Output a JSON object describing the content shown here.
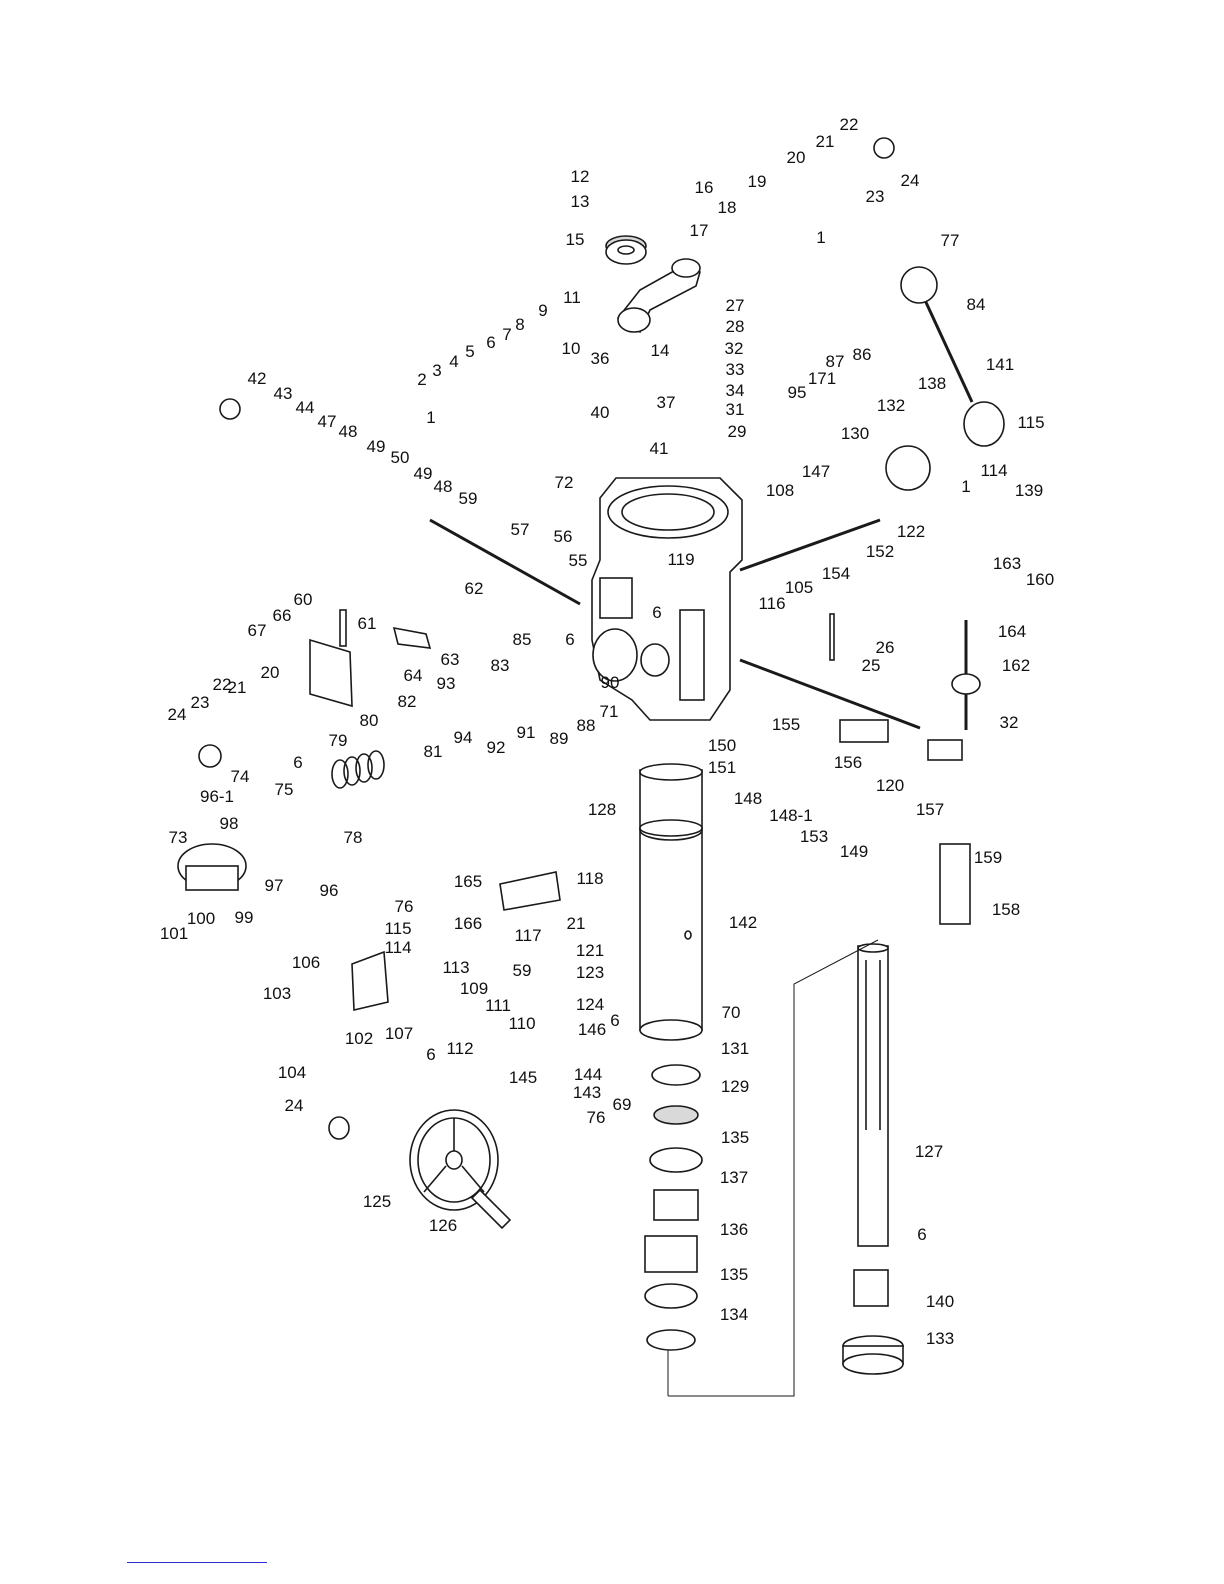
{
  "diagram": {
    "labels": [
      "1",
      "2",
      "3",
      "4",
      "5",
      "6",
      "7",
      "8",
      "9",
      "10",
      "11",
      "12",
      "13",
      "14",
      "15",
      "16",
      "17",
      "18",
      "19",
      "20",
      "21",
      "22",
      "23",
      "24",
      "25",
      "26",
      "27",
      "28",
      "29",
      "31",
      "32",
      "33",
      "34",
      "36",
      "37",
      "40",
      "41",
      "42",
      "43",
      "44",
      "47",
      "48",
      "49",
      "50",
      "55",
      "56",
      "57",
      "59",
      "60",
      "61",
      "62",
      "63",
      "64",
      "66",
      "67",
      "69",
      "70",
      "71",
      "72",
      "73",
      "74",
      "75",
      "76",
      "77",
      "78",
      "79",
      "80",
      "81",
      "82",
      "83",
      "84",
      "85",
      "86",
      "87",
      "88",
      "89",
      "90",
      "91",
      "92",
      "93",
      "94",
      "95",
      "96",
      "96-1",
      "97",
      "98",
      "99",
      "100",
      "101",
      "102",
      "103",
      "104",
      "105",
      "106",
      "107",
      "108",
      "109",
      "110",
      "111",
      "112",
      "113",
      "114",
      "115",
      "116",
      "117",
      "118",
      "119",
      "120",
      "121",
      "122",
      "123",
      "124",
      "125",
      "126",
      "127",
      "128",
      "129",
      "130",
      "131",
      "132",
      "133",
      "134",
      "135",
      "136",
      "137",
      "138",
      "139",
      "140",
      "141",
      "142",
      "143",
      "144",
      "145",
      "146",
      "147",
      "148",
      "148-1",
      "149",
      "150",
      "151",
      "152",
      "153",
      "154",
      "155",
      "156",
      "157",
      "158",
      "159",
      "160",
      "162",
      "163",
      "164",
      "165",
      "166",
      "171"
    ],
    "colors": {
      "line": "#1a1a1a",
      "part_fill": "#ffffff",
      "shade": "#d9d9d9",
      "footer_rule": "#2b2bd0"
    }
  }
}
